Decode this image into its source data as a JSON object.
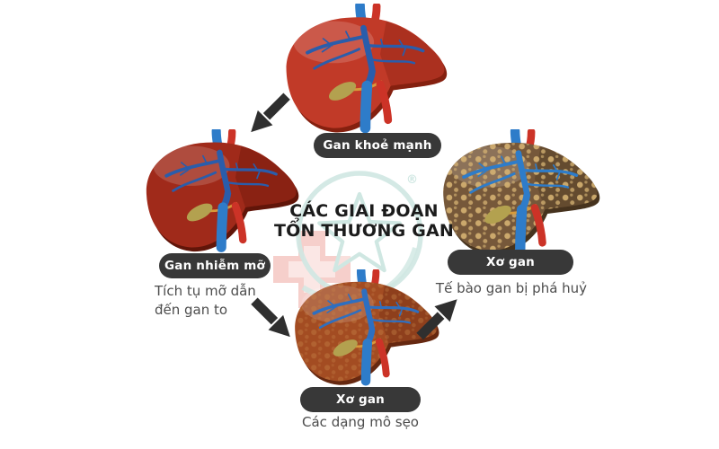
{
  "title": {
    "line1": "CÁC GIAI ĐOẠN",
    "line2": "TỔN THƯƠNG GAN"
  },
  "stages": {
    "healthy": {
      "label": "Gan khoẻ mạnh"
    },
    "fatty": {
      "label": "Gan nhiễm mỡ",
      "description_line1": "Tích tụ mỡ dẫn",
      "description_line2": "đến gan to"
    },
    "fibrosis": {
      "label": "Xơ gan",
      "description": "Các dạng mô sẹo"
    },
    "cirrhosis": {
      "label": "Xơ gan",
      "description": "Tế bào gan bị phá huỷ"
    }
  },
  "watermark": {
    "registered_mark": "®",
    "logo_color": "#cfe7e2",
    "cross_color": "#f6cfcb",
    "cross_inner_color": "#fbe7e5"
  },
  "colors": {
    "background": "#ffffff",
    "pill_bg": "#383838",
    "pill_text": "#ffffff",
    "title_text": "#1b1b1b",
    "description_text": "#4d4d4d",
    "arrow": "#2f2f2f"
  },
  "liver_colors": {
    "healthy": {
      "base": "#c13a28",
      "dark": "#85200f",
      "vein": "#2a5dab",
      "tube_blue": "#2e7cc9",
      "tube_red": "#cc3327",
      "nodule": "none",
      "nodule_opacity": "0"
    },
    "fatty": {
      "base": "#a02a1a",
      "dark": "#611509",
      "vein": "#2a5dab",
      "tube_blue": "#2e7cc9",
      "tube_red": "#cc3327",
      "nodule": "none",
      "nodule_opacity": "0"
    },
    "fibrosis": {
      "base": "#a34c22",
      "dark": "#662810",
      "vein": "#2e6fc0",
      "tube_blue": "#2e7cc9",
      "tube_red": "#cc3327",
      "nodule": "#c8854a",
      "nodule_opacity": "0.38"
    },
    "cirrhosis": {
      "base": "#76583a",
      "dark": "#46331e",
      "vein": "#2e7cc9",
      "tube_blue": "#2e7cc9",
      "tube_red": "#cc3327",
      "nodule": "#d4b172",
      "nodule_opacity": "0.9"
    }
  }
}
